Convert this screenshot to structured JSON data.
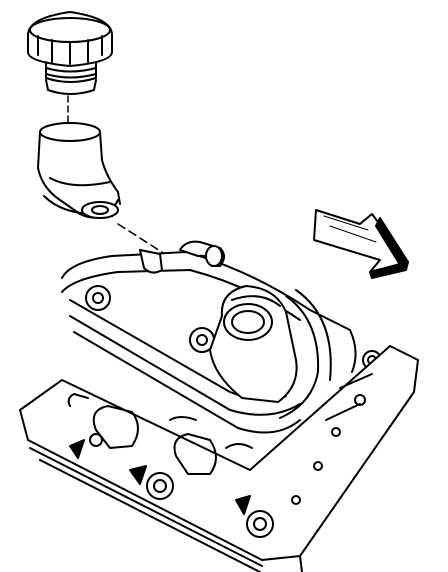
{
  "figure": {
    "kind": "exploded-view line drawing",
    "colors": {
      "ink": "#000000",
      "paper": "#ffffff"
    },
    "parts": [
      {
        "id": "oil-fill-cap"
      },
      {
        "id": "oil-fill-tube"
      },
      {
        "id": "valve-rocker-cover"
      },
      {
        "id": "cylinder-head"
      },
      {
        "id": "direction-arrow"
      }
    ]
  }
}
